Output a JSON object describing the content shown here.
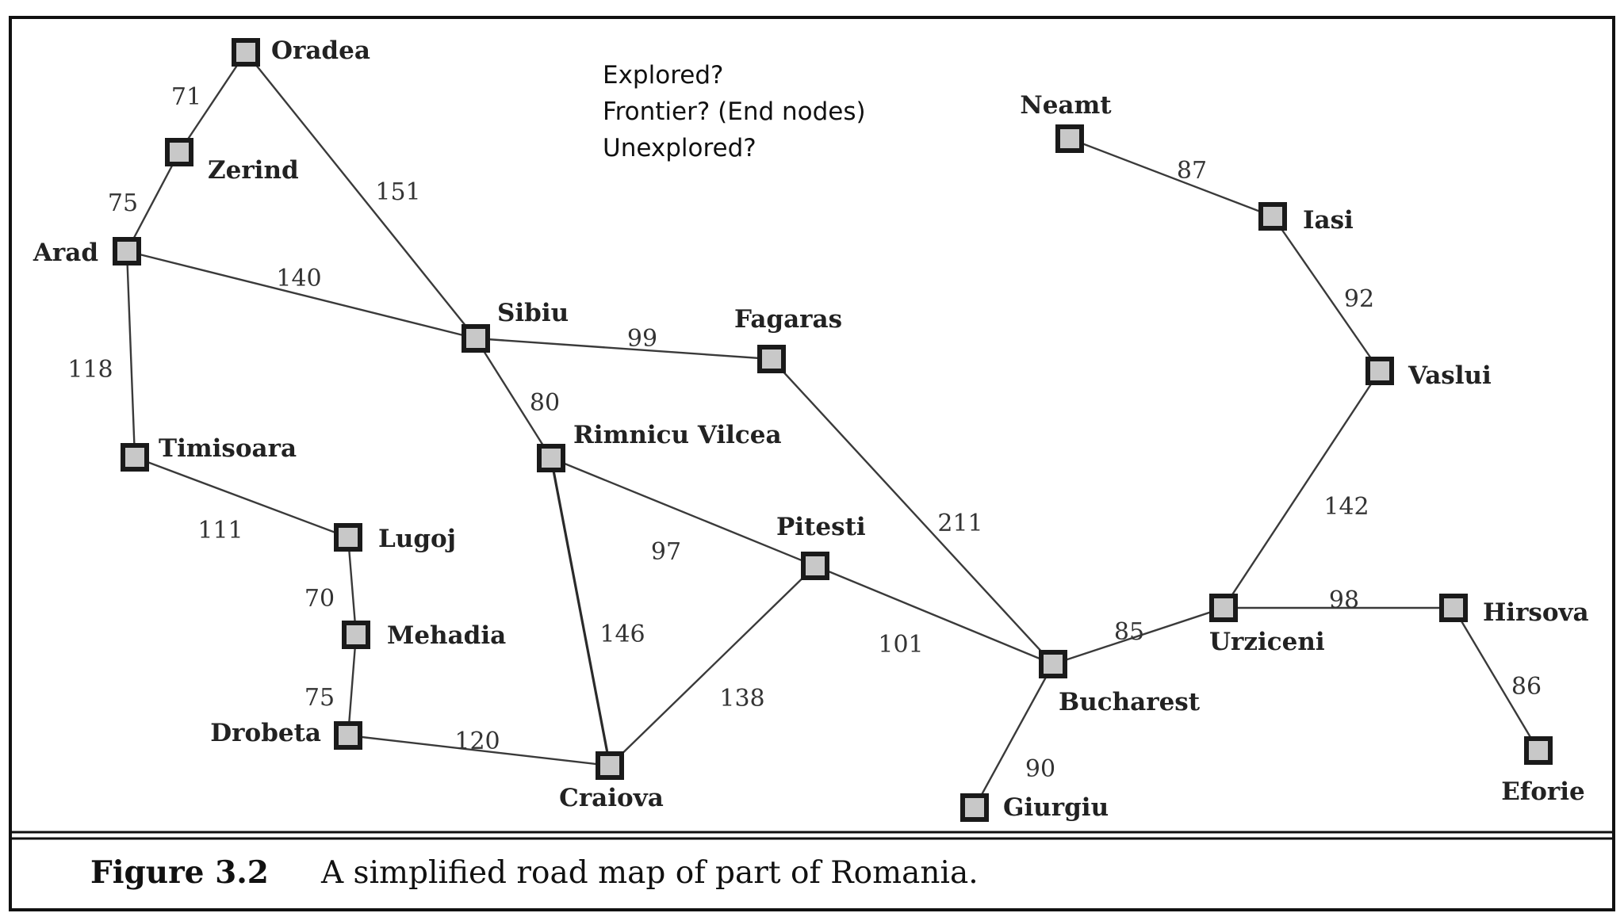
{
  "notes": [
    "Explored?",
    "Frontier? (End nodes)",
    "Unexplored?"
  ],
  "caption": {
    "number": "Figure 3.2",
    "text": "A simplified road map of part of Romania."
  },
  "cities": [
    {
      "id": "oradea",
      "name": "Oradea"
    },
    {
      "id": "zerind",
      "name": "Zerind"
    },
    {
      "id": "arad",
      "name": "Arad"
    },
    {
      "id": "timisoara",
      "name": "Timisoara"
    },
    {
      "id": "lugoj",
      "name": "Lugoj"
    },
    {
      "id": "mehadia",
      "name": "Mehadia"
    },
    {
      "id": "drobeta",
      "name": "Drobeta"
    },
    {
      "id": "craiova",
      "name": "Craiova"
    },
    {
      "id": "sibiu",
      "name": "Sibiu"
    },
    {
      "id": "rimnicu",
      "name": "Rimnicu Vilcea"
    },
    {
      "id": "fagaras",
      "name": "Fagaras"
    },
    {
      "id": "pitesti",
      "name": "Pitesti"
    },
    {
      "id": "bucharest",
      "name": "Bucharest"
    },
    {
      "id": "giurgiu",
      "name": "Giurgiu"
    },
    {
      "id": "urziceni",
      "name": "Urziceni"
    },
    {
      "id": "hirsova",
      "name": "Hirsova"
    },
    {
      "id": "eforie",
      "name": "Eforie"
    },
    {
      "id": "vaslui",
      "name": "Vaslui"
    },
    {
      "id": "iasi",
      "name": "Iasi"
    },
    {
      "id": "neamt",
      "name": "Neamt"
    }
  ],
  "roads": [
    {
      "from": "oradea",
      "to": "zerind",
      "distance": "71"
    },
    {
      "from": "zerind",
      "to": "arad",
      "distance": "75"
    },
    {
      "from": "oradea",
      "to": "sibiu",
      "distance": "151"
    },
    {
      "from": "arad",
      "to": "sibiu",
      "distance": "140"
    },
    {
      "from": "arad",
      "to": "timisoara",
      "distance": "118"
    },
    {
      "from": "timisoara",
      "to": "lugoj",
      "distance": "111"
    },
    {
      "from": "lugoj",
      "to": "mehadia",
      "distance": "70"
    },
    {
      "from": "mehadia",
      "to": "drobeta",
      "distance": "75"
    },
    {
      "from": "drobeta",
      "to": "craiova",
      "distance": "120"
    },
    {
      "from": "sibiu",
      "to": "fagaras",
      "distance": "99"
    },
    {
      "from": "sibiu",
      "to": "rimnicu",
      "distance": "80"
    },
    {
      "from": "rimnicu",
      "to": "pitesti",
      "distance": "97"
    },
    {
      "from": "rimnicu",
      "to": "craiova",
      "distance": "146"
    },
    {
      "from": "craiova",
      "to": "pitesti",
      "distance": "138"
    },
    {
      "from": "pitesti",
      "to": "bucharest",
      "distance": "101"
    },
    {
      "from": "fagaras",
      "to": "bucharest",
      "distance": "211"
    },
    {
      "from": "bucharest",
      "to": "giurgiu",
      "distance": "90"
    },
    {
      "from": "bucharest",
      "to": "urziceni",
      "distance": "85"
    },
    {
      "from": "urziceni",
      "to": "hirsova",
      "distance": "98"
    },
    {
      "from": "hirsova",
      "to": "eforie",
      "distance": "86"
    },
    {
      "from": "urziceni",
      "to": "vaslui",
      "distance": "142"
    },
    {
      "from": "vaslui",
      "to": "iasi",
      "distance": "92"
    },
    {
      "from": "iasi",
      "to": "neamt",
      "distance": "87"
    }
  ]
}
